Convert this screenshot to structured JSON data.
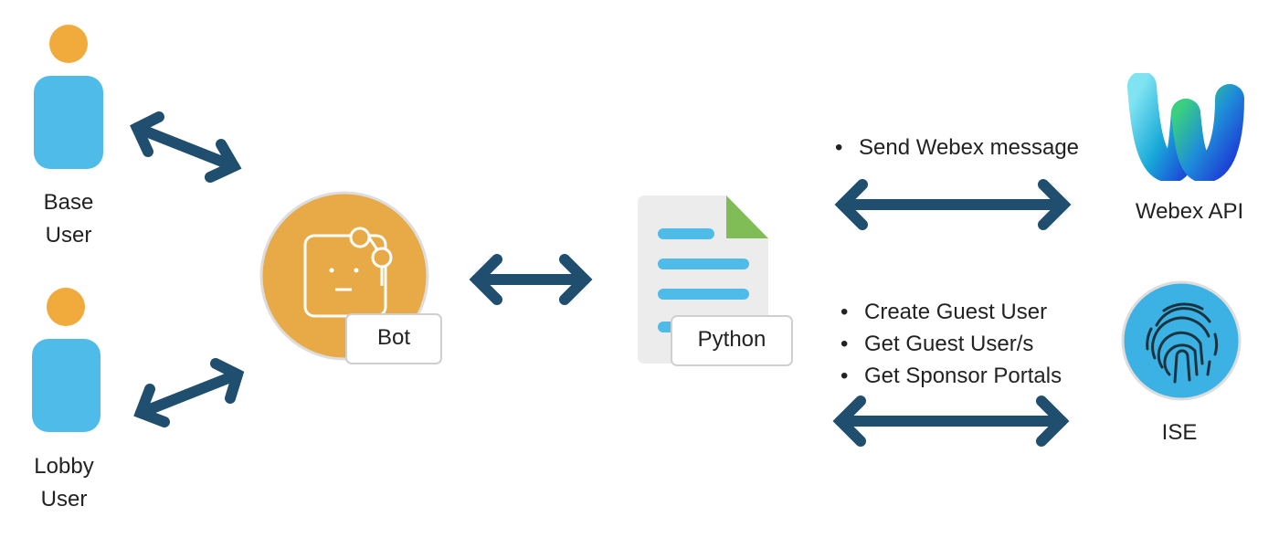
{
  "actors": {
    "base_user": {
      "line1": "Base",
      "line2": "User"
    },
    "lobby_user": {
      "line1": "Lobby",
      "line2": "User"
    }
  },
  "bot": {
    "label": "Bot"
  },
  "script": {
    "label": "Python"
  },
  "webex": {
    "label": "Webex API",
    "actions": [
      "Send Webex message"
    ]
  },
  "ise": {
    "label": "ISE",
    "actions": [
      "Create Guest User",
      "Get Guest User/s",
      "Get Sponsor Portals"
    ]
  },
  "colors": {
    "person_head": "#f0ab3c",
    "person_body": "#4fbbe9",
    "arrow": "#1f4e6e",
    "bot_fill": "#e8aa46",
    "doc_fill": "#ececec",
    "doc_lines": "#4fbbe9",
    "doc_fold": "#80bd56",
    "ise_fill": "#3cb2e4"
  },
  "icons": [
    "person-icon",
    "bot-icon",
    "document-icon",
    "webex-logo-icon",
    "fingerprint-icon"
  ]
}
